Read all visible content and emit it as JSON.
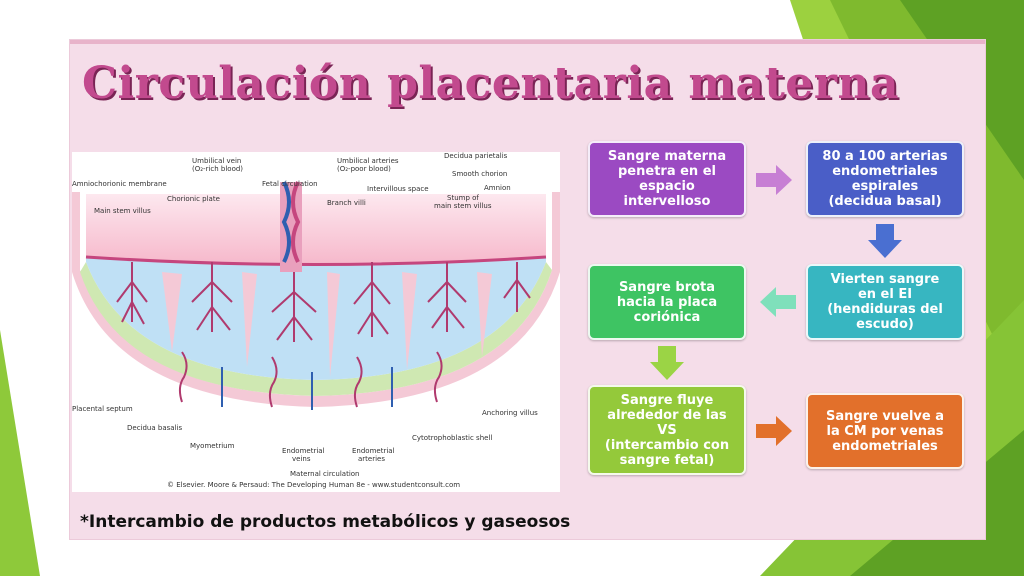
{
  "slide": {
    "title": "Circulación placentaria materna",
    "footnote": "*Intercambio de productos metabólicos y gaseosos"
  },
  "diagram": {
    "labels": {
      "amniochorionic": "Amniochorionic membrane",
      "umbilical_vein": "Umbilical vein",
      "umbilical_vein_sub": "(O₂-rich blood)",
      "umbilical_arteries": "Umbilical arteries",
      "umbilical_arteries_sub": "(O₂-poor blood)",
      "decidua_parietalis": "Decidua parietalis",
      "fetal_circulation": "Fetal circulation",
      "smooth_chorion": "Smooth chorion",
      "amnion": "Amnion",
      "chorionic_plate": "Chorionic plate",
      "intervillous_space": "Intervillous space",
      "main_stem_villus": "Main stem villus",
      "branch_villi": "Branch villi",
      "stump": "Stump of",
      "stump_sub": "main stem villus",
      "placental_septum": "Placental septum",
      "decidua_basalis": "Decidua basalis",
      "anchoring_villus": "Anchoring villus",
      "myometrium": "Myometrium",
      "cytotrophoblastic_shell": "Cytotrophoblastic shell",
      "endometrial_veins": "Endometrial",
      "endometrial_veins_sub": "veins",
      "endometrial_arteries": "Endometrial",
      "endometrial_arteries_sub": "arteries",
      "maternal_circulation": "Maternal circulation",
      "credit": "© Elsevier. Moore & Persaud: The Developing Human 8e - www.studentconsult.com"
    }
  },
  "flow": {
    "box1": [
      "Sangre materna",
      "penetra en el",
      "espacio",
      "intervelloso"
    ],
    "box2": [
      "80 a 100 arterias",
      "endometriales",
      "espirales",
      "(decidua basal)"
    ],
    "box3": [
      "Vierten sangre",
      "en el EI",
      "(hendiduras del",
      "escudo)"
    ],
    "box4": [
      "Sangre brota",
      "hacia la placa",
      "coriónica"
    ],
    "box5": [
      "Sangre fluye",
      "alrededor de las",
      "VS",
      "(intercambio con",
      "sangre fetal)"
    ],
    "box6": [
      "Sangre vuelve a",
      "la CM por venas",
      "endometriales"
    ]
  },
  "colors": {
    "title": "#c24a8e",
    "purple": "#9b4ac2",
    "blue": "#4a5ec7",
    "teal": "#37b6c1",
    "green": "#3ec463",
    "lime": "#94c93a",
    "orange": "#e2702b"
  }
}
